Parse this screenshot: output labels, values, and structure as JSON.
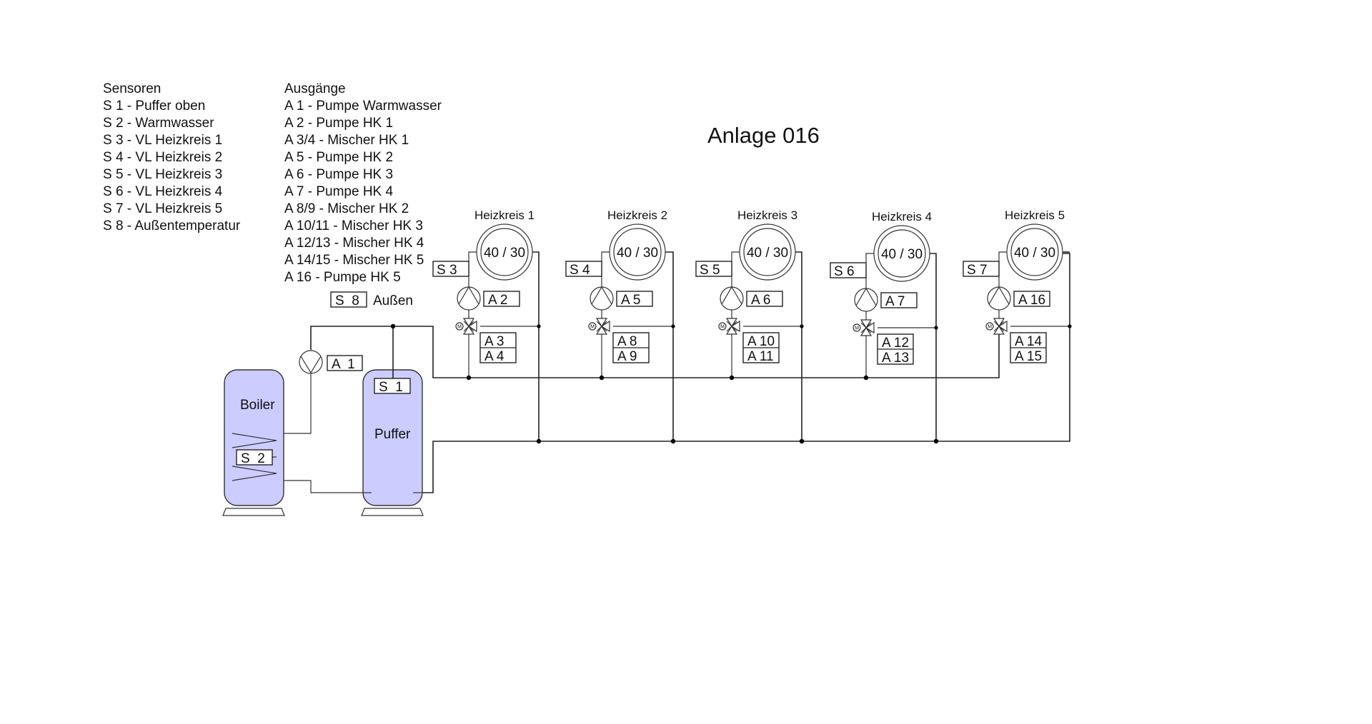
{
  "title": "Anlage 016",
  "colors": {
    "tank_fill": "#ccccff",
    "line": "#222222",
    "background": "#ffffff"
  },
  "legend": {
    "sensors": {
      "heading": "Sensoren",
      "items": [
        "S 1 - Puffer oben",
        "S 2 - Warmwasser",
        "S 3 - VL Heizkreis 1",
        "S 4 - VL Heizkreis 2",
        "S 5 - VL Heizkreis 3",
        "S 6 - VL Heizkreis 4",
        "S 7 - VL Heizkreis 5",
        "S 8 - Außentemperatur"
      ]
    },
    "outputs": {
      "heading": "Ausgänge",
      "items": [
        "A 1 - Pumpe Warmwasser",
        "A 2 - Pumpe HK 1",
        "A 3/4 - Mischer HK 1",
        "A 5 - Pumpe HK 2",
        "A 6 - Pumpe HK 3",
        "A 7 - Pumpe HK 4",
        "A 8/9 - Mischer HK 2",
        "A 10/11 - Mischer HK 3",
        "A 12/13 - Mischer HK 4",
        "A 14/15 - Mischer HK 5",
        "A 16 - Pumpe HK 5"
      ]
    }
  },
  "outdoor_sensor": {
    "tag": "S  8",
    "label": "Außen"
  },
  "boiler": {
    "label": "Boiler",
    "sensor": "S  2"
  },
  "buffer": {
    "label": "Puffer",
    "sensor": "S  1"
  },
  "dhw_pump": {
    "tag": "A  1",
    "icon": "pump-icon"
  },
  "valve_motor_glyph": "M",
  "heating_circuits": [
    {
      "name": "Heizkreis 1",
      "radiator": "40 / 30",
      "sensor": "S 3",
      "pump": "A 2",
      "mixer": [
        "A  3",
        "A  4"
      ]
    },
    {
      "name": "Heizkreis 2",
      "radiator": "40 / 30",
      "sensor": "S 4",
      "pump": "A 5",
      "mixer": [
        "A  8",
        "A  9"
      ]
    },
    {
      "name": "Heizkreis 3",
      "radiator": "40 / 30",
      "sensor": "S 5",
      "pump": "A 6",
      "mixer": [
        "A 10",
        "A 11"
      ]
    },
    {
      "name": "Heizkreis 4",
      "radiator": "40 / 30",
      "sensor": "S  6",
      "pump": "A 7",
      "mixer": [
        "A 12",
        "A 13"
      ]
    },
    {
      "name": "Heizkreis 5",
      "radiator": "40 / 30",
      "sensor": "S  7",
      "pump": "A 16",
      "mixer": [
        "A 14",
        "A 15"
      ]
    }
  ]
}
